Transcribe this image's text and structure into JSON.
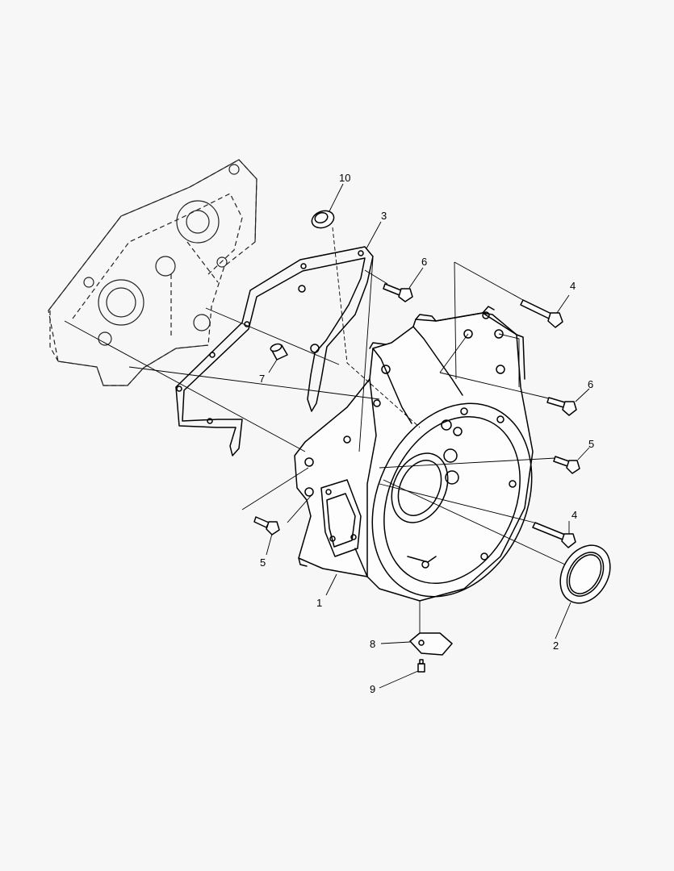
{
  "callouts": {
    "c1": "1",
    "c2": "2",
    "c3": "3",
    "c4a": "4",
    "c4b": "4",
    "c5a": "5",
    "c5b": "5",
    "c6a": "6",
    "c6b": "6",
    "c7": "7",
    "c8": "8",
    "c9": "9",
    "c10": "10"
  }
}
